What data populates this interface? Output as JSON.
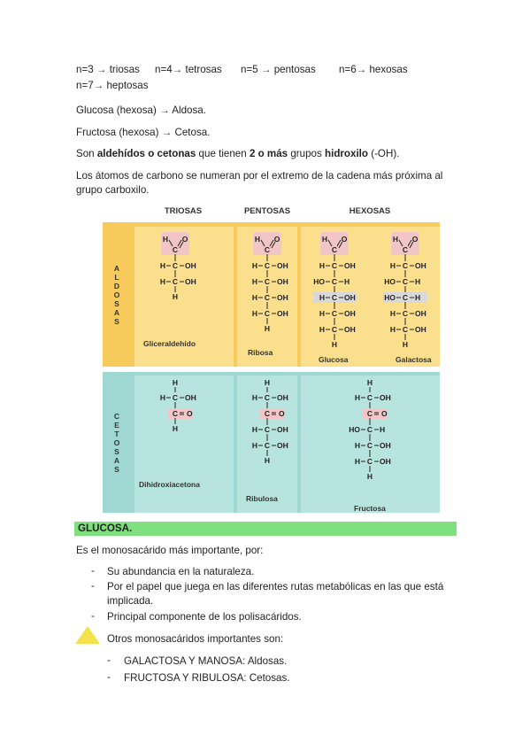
{
  "lines": {
    "n3": "n=3 → triosas",
    "n4": "n=4→ tetrosas",
    "n5": "n=5 → pentosas",
    "n6": "n=6→ hexosas",
    "n7": "n=7→ heptosas",
    "glucosa": "Glucosa (hexosa) → Aldosa.",
    "fructosa": "Fructosa (hexosa) → Cetosa.",
    "def_pre": "Son ",
    "def_b1": "aldehídos o cetonas",
    "def_mid": " que tienen ",
    "def_b2": "2 o más",
    "def_mid2": " grupos ",
    "def_b3": "hidroxilo",
    "def_post": " (-OH).",
    "atomos1": "Los átomos de carbono se numeran por el extremo de la cadena más próxima al",
    "atomos2": "grupo carboxilo."
  },
  "figure": {
    "col_triosas": "TRIOSAS",
    "col_pentosas": "PENTOSAS",
    "col_hexosas": "HEXOSAS",
    "side_aldosas": "ALDOSAS",
    "side_cetosas": "CETOSAS",
    "gliceraldehido": "Gliceraldehído",
    "ribosa": "Ribosa",
    "glucosa": "Glucosa",
    "galactosa": "Galactosa",
    "dihidroxiacetona": "Dihidroxiacetona",
    "ribulosa": "Ribulosa",
    "fructosa": "Fructosa",
    "atoms": {
      "H": "H",
      "C": "C",
      "O": "O",
      "OH": "OH",
      "HO": "HO"
    },
    "colors": {
      "aldosa_band": "#f6cb5c",
      "aldosa_cell": "#fbdf8d",
      "cetosa_band": "#9fd8d2",
      "cetosa_cell": "#b8e4df",
      "carbonyl_highlight": "#f2c6c6",
      "hydroxyl_highlight": "#d9d9d9"
    }
  },
  "glucosa_section": {
    "header": "GLUCOSA.",
    "intro": "Es el monosacárido más importante, por:",
    "bullets": [
      "Su abundancia en la naturaleza.",
      "Por el papel que juega en las diferentes rutas metabólicas en las que está",
      "implicada.",
      "Principal componente de los polisacáridos."
    ],
    "otros": "Otros monosacáridos importantes son:",
    "sub_bullets": [
      "GALACTOSA Y MANOSA: Aldosas.",
      "FRUCTOSA Y RIBULOSA: Cetosas."
    ],
    "dash": "-",
    "warning_icon": "warning-triangle-icon",
    "warning_color": "#f5e24a"
  }
}
